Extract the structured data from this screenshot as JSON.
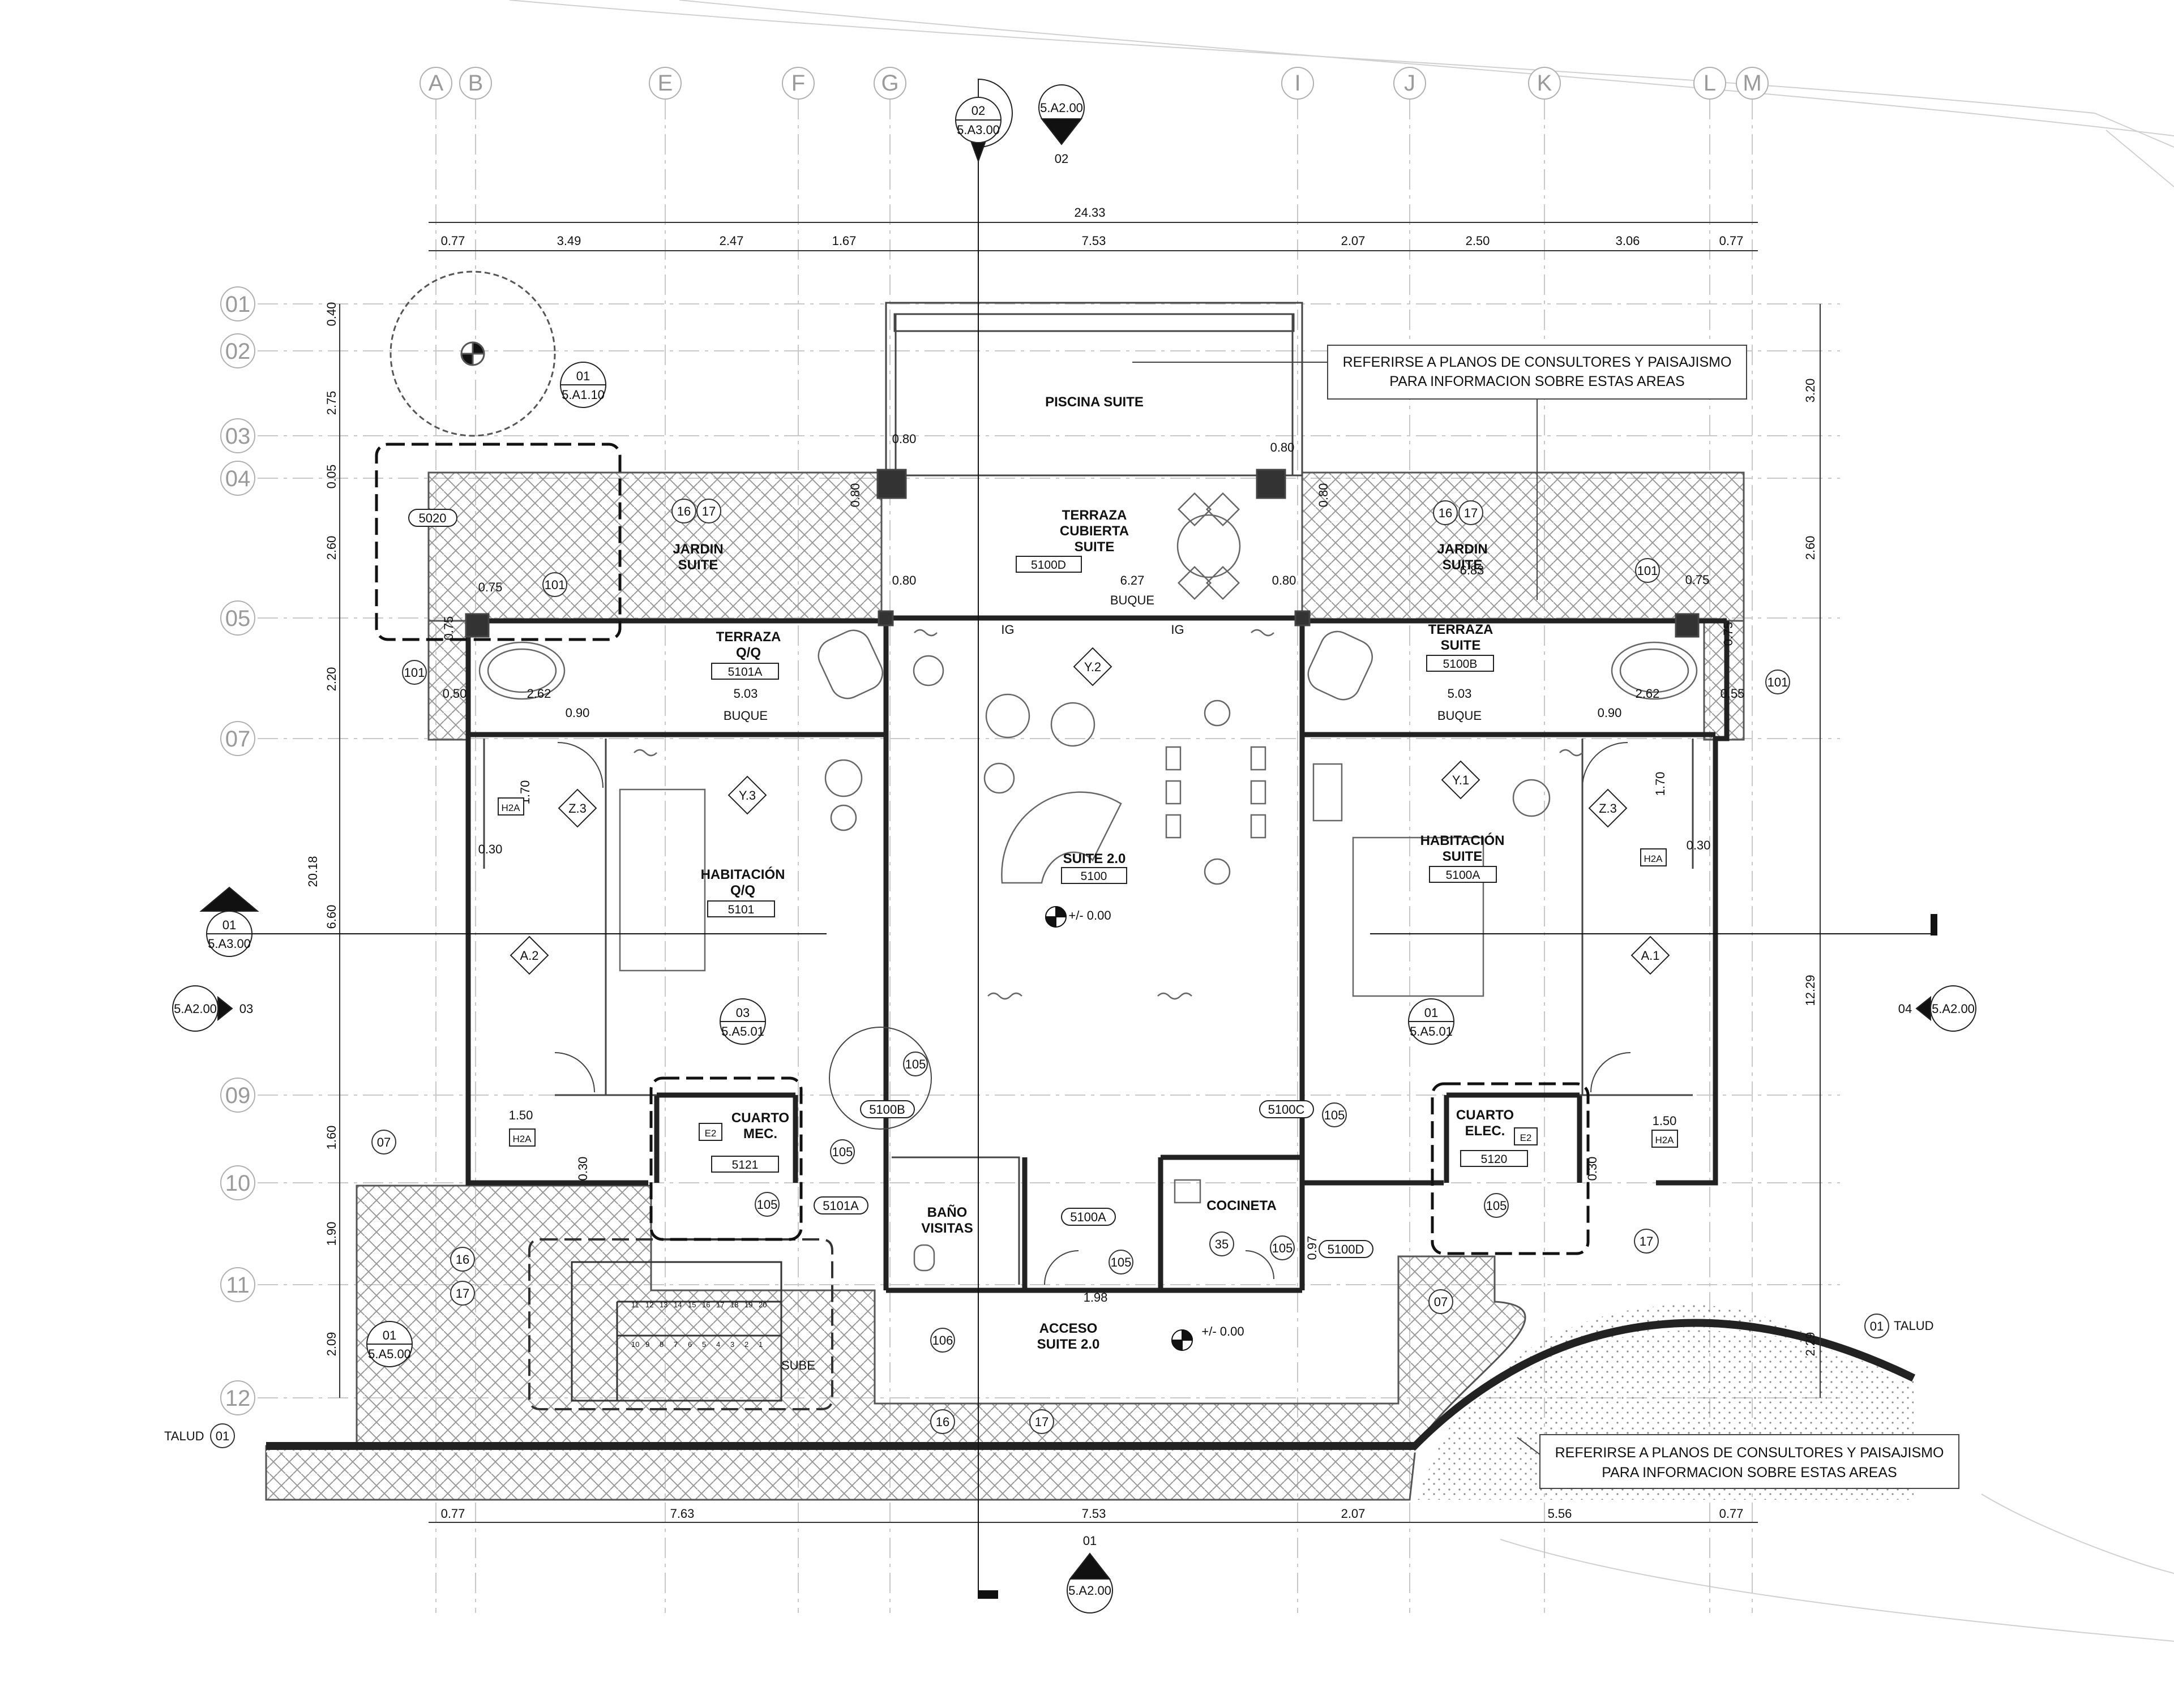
{
  "grid": {
    "columns": [
      "A",
      "B",
      "E",
      "F",
      "G",
      "I",
      "J",
      "K",
      "L",
      "M"
    ],
    "rows": [
      "01",
      "02",
      "03",
      "04",
      "05",
      "07",
      "09",
      "10",
      "11",
      "12"
    ]
  },
  "dims_top": {
    "overall": "24.33",
    "segments": [
      "0.77",
      "3.49",
      "2.47",
      "1.67",
      "7.53",
      "2.07",
      "2.50",
      "3.06",
      "0.77"
    ]
  },
  "dims_bottom": {
    "segments": [
      "0.77",
      "7.63",
      "7.53",
      "2.07",
      "5.56",
      "0.77"
    ]
  },
  "dims_left": {
    "overall": "20.18",
    "segments": [
      "0.40",
      "2.75",
      "0.05",
      "2.60",
      "2.20",
      "6.60",
      "1.60",
      "1.90",
      "2.09"
    ]
  },
  "dims_right": {
    "segments": [
      "3.20",
      "2.60",
      "12.29",
      "2.29"
    ]
  },
  "interior_dims": [
    "0.80",
    "0.80",
    "0.80",
    "0.80",
    "0.80",
    "0.80",
    "0.75",
    "0.75",
    "0.75",
    "0.75",
    "0.50",
    "0.55",
    "6.27",
    "6.83",
    "5.03",
    "5.03",
    "2.62",
    "2.62",
    "0.90",
    "0.90",
    "1.70",
    "1.70",
    "0.30",
    "0.30",
    "1.50",
    "1.50",
    "0.30",
    "0.30",
    "1.98",
    "0.97"
  ],
  "rooms": [
    {
      "id": "piscina",
      "name": "PISCINA SUITE"
    },
    {
      "id": "terraza-cubierta",
      "name1": "TERRAZA",
      "name2": "CUBIERTA",
      "name3": "SUITE",
      "num": "5100D"
    },
    {
      "id": "jardin-left",
      "name1": "JARDIN",
      "name2": "SUITE"
    },
    {
      "id": "jardin-right",
      "name1": "JARDIN",
      "name2": "SUITE"
    },
    {
      "id": "terraza-qq",
      "name1": "TERRAZA",
      "name2": "Q/Q",
      "num": "5101A"
    },
    {
      "id": "terraza-suite",
      "name1": "TERRAZA",
      "name2": "SUITE",
      "num": "5100B"
    },
    {
      "id": "habitacion-qq",
      "name1": "HABITACIÓN",
      "name2": "Q/Q",
      "num": "5101"
    },
    {
      "id": "habitacion-suite",
      "name1": "HABITACIÓN",
      "name2": "SUITE",
      "num": "5100A"
    },
    {
      "id": "suite20",
      "name1": "SUITE 2.0",
      "num": "5100"
    },
    {
      "id": "cuarto-mec",
      "name1": "CUARTO",
      "name2": "MEC.",
      "num": "5121"
    },
    {
      "id": "cuarto-elec",
      "name1": "CUARTO",
      "name2": "ELEC.",
      "num": "5120"
    },
    {
      "id": "bano",
      "name1": "BAÑO",
      "name2": "VISITAS"
    },
    {
      "id": "cocineta",
      "name1": "COCINETA"
    },
    {
      "id": "acceso",
      "name1": "ACCESO",
      "name2": "SUITE 2.0"
    }
  ],
  "labels": {
    "buque": "BUQUE",
    "ig": "IG",
    "sube": "SUBE",
    "talud": "TALUD",
    "h2a": "H2A",
    "e2": "E2",
    "level": "+/- 0.00"
  },
  "door_tags": [
    "5020",
    "5100B",
    "5100C",
    "5101A",
    "5100A",
    "5100D"
  ],
  "circle_tags": [
    "16",
    "17",
    "101",
    "105",
    "106",
    "07",
    "35",
    "01"
  ],
  "hex_tags": [
    "Y.1",
    "Y.2",
    "Y.3",
    "Z.3",
    "A.1",
    "A.2"
  ],
  "section_callouts": [
    {
      "top": "02",
      "bottom": "5.A3.00"
    },
    {
      "top": "01",
      "bottom": "5.A3.00"
    },
    {
      "top": "01",
      "bottom": "5.A1.10"
    },
    {
      "top": "03",
      "bottom": "5.A5.01"
    },
    {
      "top": "01",
      "bottom": "5.A5.01"
    },
    {
      "top": "01",
      "bottom": "5.A5.00"
    }
  ],
  "elevation_markers": [
    {
      "sheet": "5.A2.00",
      "num": "02"
    },
    {
      "sheet": "5.A2.00",
      "num": "03"
    },
    {
      "sheet": "5.A2.00",
      "num": "04"
    },
    {
      "sheet": "5.A2.00",
      "num": "01"
    }
  ],
  "notes": {
    "top_line1": "REFERIRSE A PLANOS DE CONSULTORES Y PAISAJISMO",
    "top_line2": "PARA INFORMACION SOBRE ESTAS AREAS",
    "bottom_line1": "REFERIRSE A PLANOS DE CONSULTORES Y PAISAJISMO",
    "bottom_line2": "PARA INFORMACION SOBRE ESTAS AREAS"
  },
  "stair_numbers": {
    "top": [
      "11",
      "12",
      "13",
      "14",
      "15",
      "16",
      "17",
      "18",
      "19",
      "20"
    ],
    "bottom": [
      "10",
      "9",
      "8",
      "7",
      "6",
      "5",
      "4",
      "3",
      "2",
      "1"
    ]
  }
}
